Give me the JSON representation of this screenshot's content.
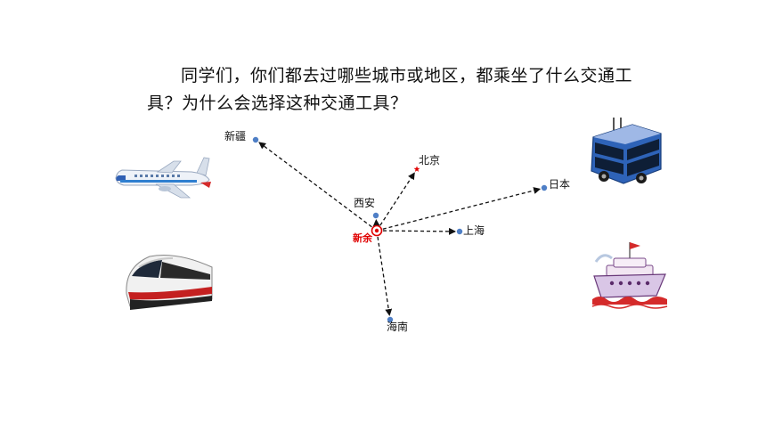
{
  "question": {
    "text": "同学们，你们都去过哪些城市或地区，都乘坐了什么交通工具？为什么会选择这种交通工具？"
  },
  "origin": {
    "label": "新余",
    "color": "#e00000"
  },
  "destinations": [
    {
      "label": "新疆",
      "marker": "dot"
    },
    {
      "label": "北京",
      "marker": "star"
    },
    {
      "label": "西安",
      "marker": "dot"
    },
    {
      "label": "日本",
      "marker": "dot"
    },
    {
      "label": "上海",
      "marker": "dot"
    },
    {
      "label": "海南",
      "marker": "dot"
    }
  ],
  "colors": {
    "dot": "#4f7fc6",
    "star": "#e00000",
    "arrow": "#111111"
  },
  "icons": [
    "airplane-image",
    "high-speed-train-image",
    "double-decker-bus-image",
    "cruise-ship-image"
  ]
}
